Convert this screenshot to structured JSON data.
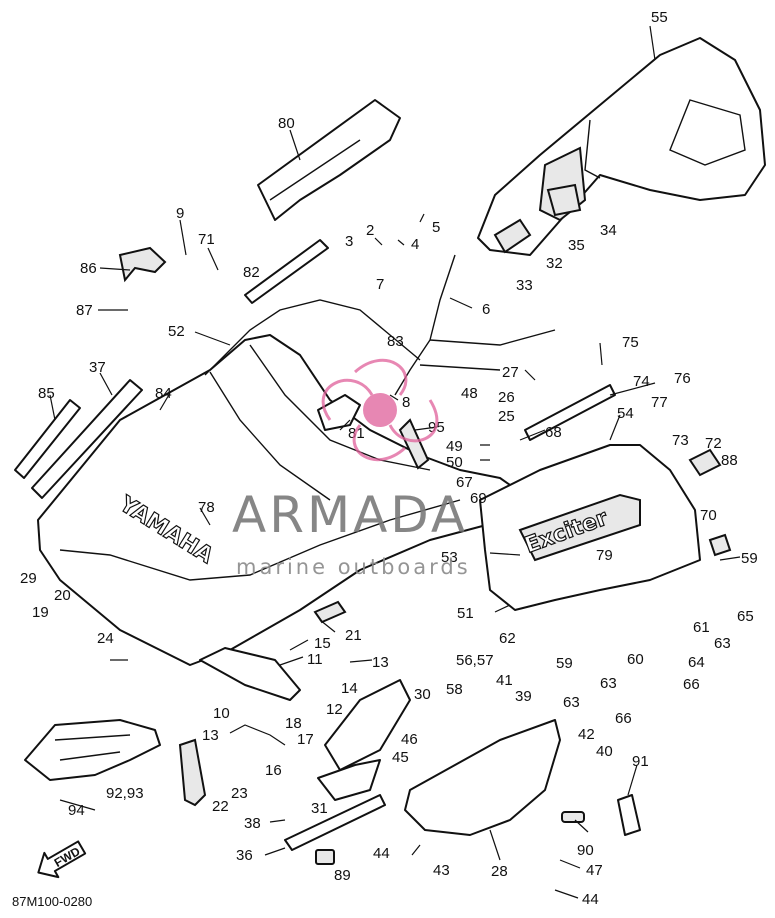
{
  "callouts": [
    {
      "num": "55"
    },
    {
      "num": "80"
    },
    {
      "num": "9"
    },
    {
      "num": "71"
    },
    {
      "num": "2"
    },
    {
      "num": "5"
    },
    {
      "num": "3"
    },
    {
      "num": "4"
    },
    {
      "num": "34"
    },
    {
      "num": "35"
    },
    {
      "num": "32"
    },
    {
      "num": "33"
    },
    {
      "num": "86"
    },
    {
      "num": "82"
    },
    {
      "num": "7"
    },
    {
      "num": "87"
    },
    {
      "num": "6"
    },
    {
      "num": "52"
    },
    {
      "num": "83"
    },
    {
      "num": "75"
    },
    {
      "num": "37"
    },
    {
      "num": "27"
    },
    {
      "num": "74"
    },
    {
      "num": "85"
    },
    {
      "num": "84"
    },
    {
      "num": "8"
    },
    {
      "num": "48"
    },
    {
      "num": "26"
    },
    {
      "num": "76"
    },
    {
      "num": "25"
    },
    {
      "num": "77"
    },
    {
      "num": "54"
    },
    {
      "num": "81"
    },
    {
      "num": "95"
    },
    {
      "num": "49"
    },
    {
      "num": "68"
    },
    {
      "num": "73"
    },
    {
      "num": "72"
    },
    {
      "num": "50"
    },
    {
      "num": "88"
    },
    {
      "num": "67"
    },
    {
      "num": "69"
    },
    {
      "num": "78"
    },
    {
      "num": "70"
    },
    {
      "num": "29"
    },
    {
      "num": "53"
    },
    {
      "num": "79"
    },
    {
      "num": "59"
    },
    {
      "num": "20"
    },
    {
      "num": "19"
    },
    {
      "num": "51"
    },
    {
      "num": "65"
    },
    {
      "num": "61"
    },
    {
      "num": "21"
    },
    {
      "num": "63"
    },
    {
      "num": "62"
    },
    {
      "num": "24"
    },
    {
      "num": "15"
    },
    {
      "num": "60"
    },
    {
      "num": "11"
    },
    {
      "num": "13"
    },
    {
      "num": "64"
    },
    {
      "num": "56,57"
    },
    {
      "num": "59"
    },
    {
      "num": "41"
    },
    {
      "num": "63"
    },
    {
      "num": "66"
    },
    {
      "num": "14"
    },
    {
      "num": "30"
    },
    {
      "num": "58"
    },
    {
      "num": "39"
    },
    {
      "num": "63"
    },
    {
      "num": "10"
    },
    {
      "num": "12"
    },
    {
      "num": "18"
    },
    {
      "num": "66"
    },
    {
      "num": "13"
    },
    {
      "num": "17"
    },
    {
      "num": "42"
    },
    {
      "num": "46"
    },
    {
      "num": "40"
    },
    {
      "num": "16"
    },
    {
      "num": "45"
    },
    {
      "num": "91"
    },
    {
      "num": "23"
    },
    {
      "num": "92,93"
    },
    {
      "num": "31"
    },
    {
      "num": "22"
    },
    {
      "num": "94"
    },
    {
      "num": "38"
    },
    {
      "num": "90"
    },
    {
      "num": "36"
    },
    {
      "num": "44"
    },
    {
      "num": "43"
    },
    {
      "num": "28"
    },
    {
      "num": "47"
    },
    {
      "num": "89"
    },
    {
      "num": "44"
    }
  ],
  "hood_brand": "YAMAHA",
  "panel_brand": "Exciter",
  "fwd_marker": "FWD",
  "diagram_code": "87M100-0280",
  "watermark": {
    "title": "ARMADA",
    "subtitle": "marine outboards",
    "logo_color": "#e0609a",
    "text_color": "#7a7a7a"
  }
}
